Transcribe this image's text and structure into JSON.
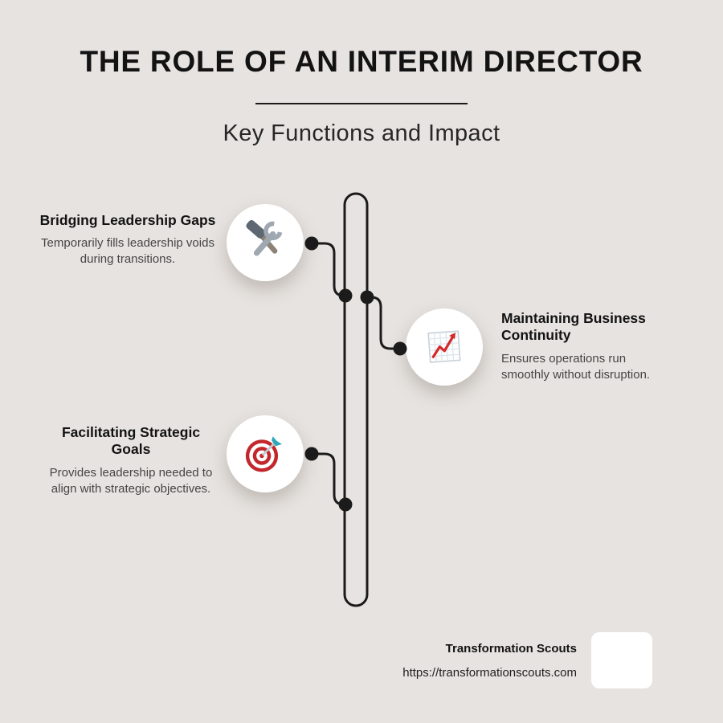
{
  "header": {
    "title": "THE ROLE OF AN INTERIM DIRECTOR",
    "subtitle": "Key Functions and Impact"
  },
  "items": [
    {
      "title": "Bridging Leadership Gaps",
      "description": "Temporarily fills leadership voids during transitions.",
      "icon": "hammer-wrench-icon",
      "side": "left"
    },
    {
      "title": "Maintaining Business Continuity",
      "description": "Ensures operations run smoothly without disruption.",
      "icon": "chart-increasing-icon",
      "side": "right"
    },
    {
      "title": "Facilitating Strategic Goals",
      "description": "Provides leadership needed to align with strategic objectives.",
      "icon": "target-dart-icon",
      "side": "left"
    }
  ],
  "footer": {
    "brand": "Transformation Scouts",
    "url": "https://transformationscouts.com"
  },
  "colors": {
    "background": "#e7e3e0",
    "text": "#141414",
    "line": "#1b1b1b",
    "node_background": "#ffffff",
    "accent_red": "#c9292b",
    "accent_teal": "#2fa8b8"
  }
}
